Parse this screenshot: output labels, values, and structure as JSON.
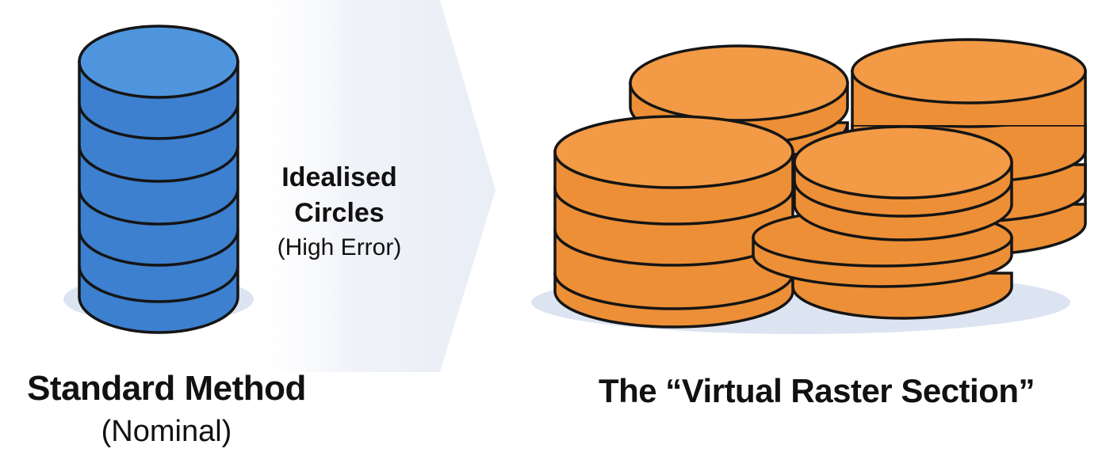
{
  "standard": {
    "title": "Standard Method",
    "subtitle": "(Nominal)"
  },
  "idealised": {
    "line1": "Idealised",
    "line2": "Circles",
    "line3": "(High Error)"
  },
  "virtual": {
    "title": "The “Virtual Raster Section”"
  },
  "colors": {
    "blue_fill": "#3d80cf",
    "blue_top": "#4f95dd",
    "orange_fill": "#ed8f36",
    "orange_top": "#f29a45",
    "outline": "#151515",
    "shadow": "#dde4f1",
    "arrow": "#eef1f7"
  }
}
